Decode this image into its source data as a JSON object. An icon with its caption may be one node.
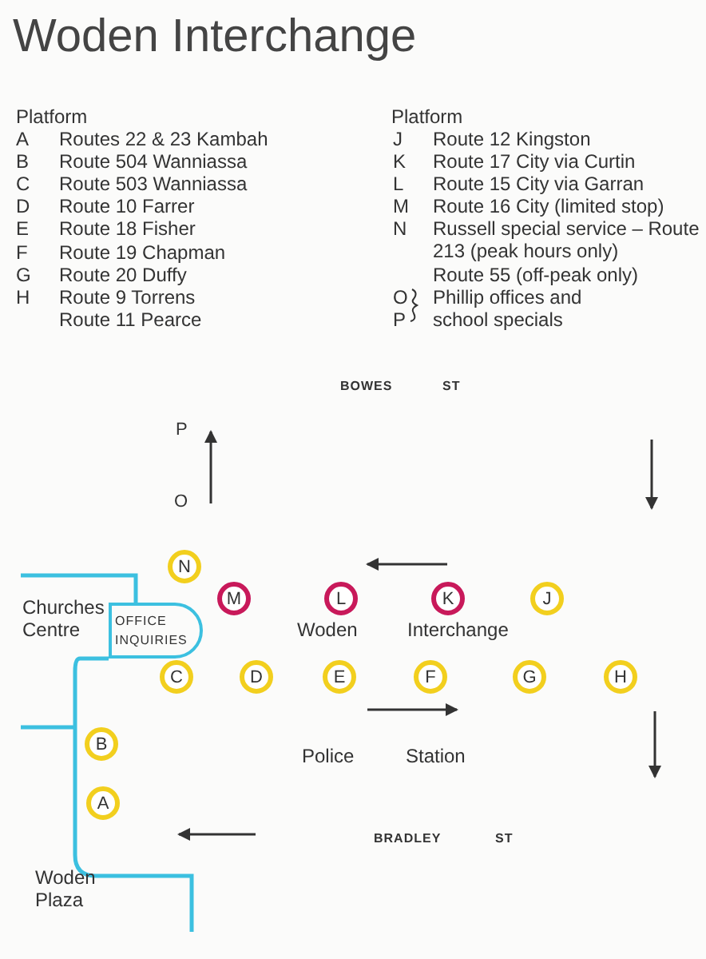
{
  "diagram": {
    "title": "Woden Interchange",
    "nodes": [
      {
        "text": [
          "N"
        ]
      },
      {
        "text": [
          "M"
        ]
      },
      {
        "text": [
          "L"
        ]
      },
      {
        "text": [
          "K"
        ]
      },
      {
        "text": [
          "J"
        ]
      },
      {
        "text": [
          "OFFICE INQUIRIES"
        ]
      },
      {
        "text": [
          "C"
        ]
      },
      {
        "text": [
          "D"
        ]
      },
      {
        "text": [
          "E"
        ]
      },
      {
        "text": [
          "F"
        ]
      },
      {
        "text": [
          "G"
        ]
      },
      {
        "text": [
          "H"
        ]
      },
      {
        "text": [
          "B"
        ]
      },
      {
        "text": [
          "A"
        ]
      }
    ],
    "labels": [
      "Platform",
      "A",
      "Routes 22 & 23 Kambah",
      "B",
      "Route 504 Wanniassa",
      "C",
      "Route 503 Wanniassa",
      "D",
      "Route 10 Farrer",
      "E",
      "Route 18 Fisher",
      "F",
      "Route 19 Chapman",
      "G",
      "Route 20 Duffy",
      "H",
      "Route 9 Torrens",
      "Route 11 Pearce",
      "Platform",
      "J",
      "Route 12 Kingston",
      "K",
      "Route 17 City via Curtin",
      "L",
      "Route 15 City via Garran",
      "M",
      "Route 16 City (limited stop)",
      "N",
      "Russell special service – Route 213 (peak hours only)",
      "Route 55 (off-peak only)",
      "O",
      "P",
      "Phillip offices and school specials",
      "BOWES",
      "ST",
      "P",
      "O",
      "Churches Centre",
      "Woden",
      "Interchange",
      "Police",
      "Station",
      "BRADLEY",
      "ST",
      "Woden Plaza"
    ]
  }
}
